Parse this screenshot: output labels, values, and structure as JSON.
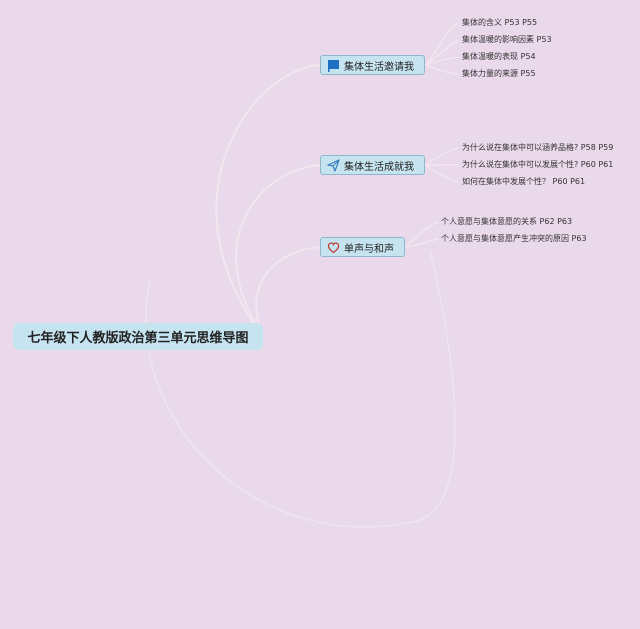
{
  "root": {
    "title": "七年级下人教版政治第三单元思维导图"
  },
  "branches": [
    {
      "label": "集体生活邀请我",
      "icon": "flag-icon",
      "leaves": [
        "集体的含义 P53 P55",
        "集体温暖的影响因素 P53",
        "集体温暖的表现 P54",
        "集体力量的来源 P55"
      ]
    },
    {
      "label": "集体生活成就我",
      "icon": "paper-plane-icon",
      "leaves": [
        "为什么说在集体中可以涵养品格? P58 P59",
        "为什么说在集体中可以发展个性? P60 P61",
        "如何在集体中发展个性？ P60 P61"
      ]
    },
    {
      "label": "单声与和声",
      "icon": "heart-icon",
      "leaves": [
        "个人意愿与集体意愿的关系 P62 P63",
        "个人意愿与集体意愿产生冲突的原因 P63"
      ]
    }
  ],
  "colors": {
    "background": "#ead9ea",
    "node_fill": "#c6e3f0",
    "node_border": "#8fb7cc",
    "connector": "#f3e6ef"
  }
}
